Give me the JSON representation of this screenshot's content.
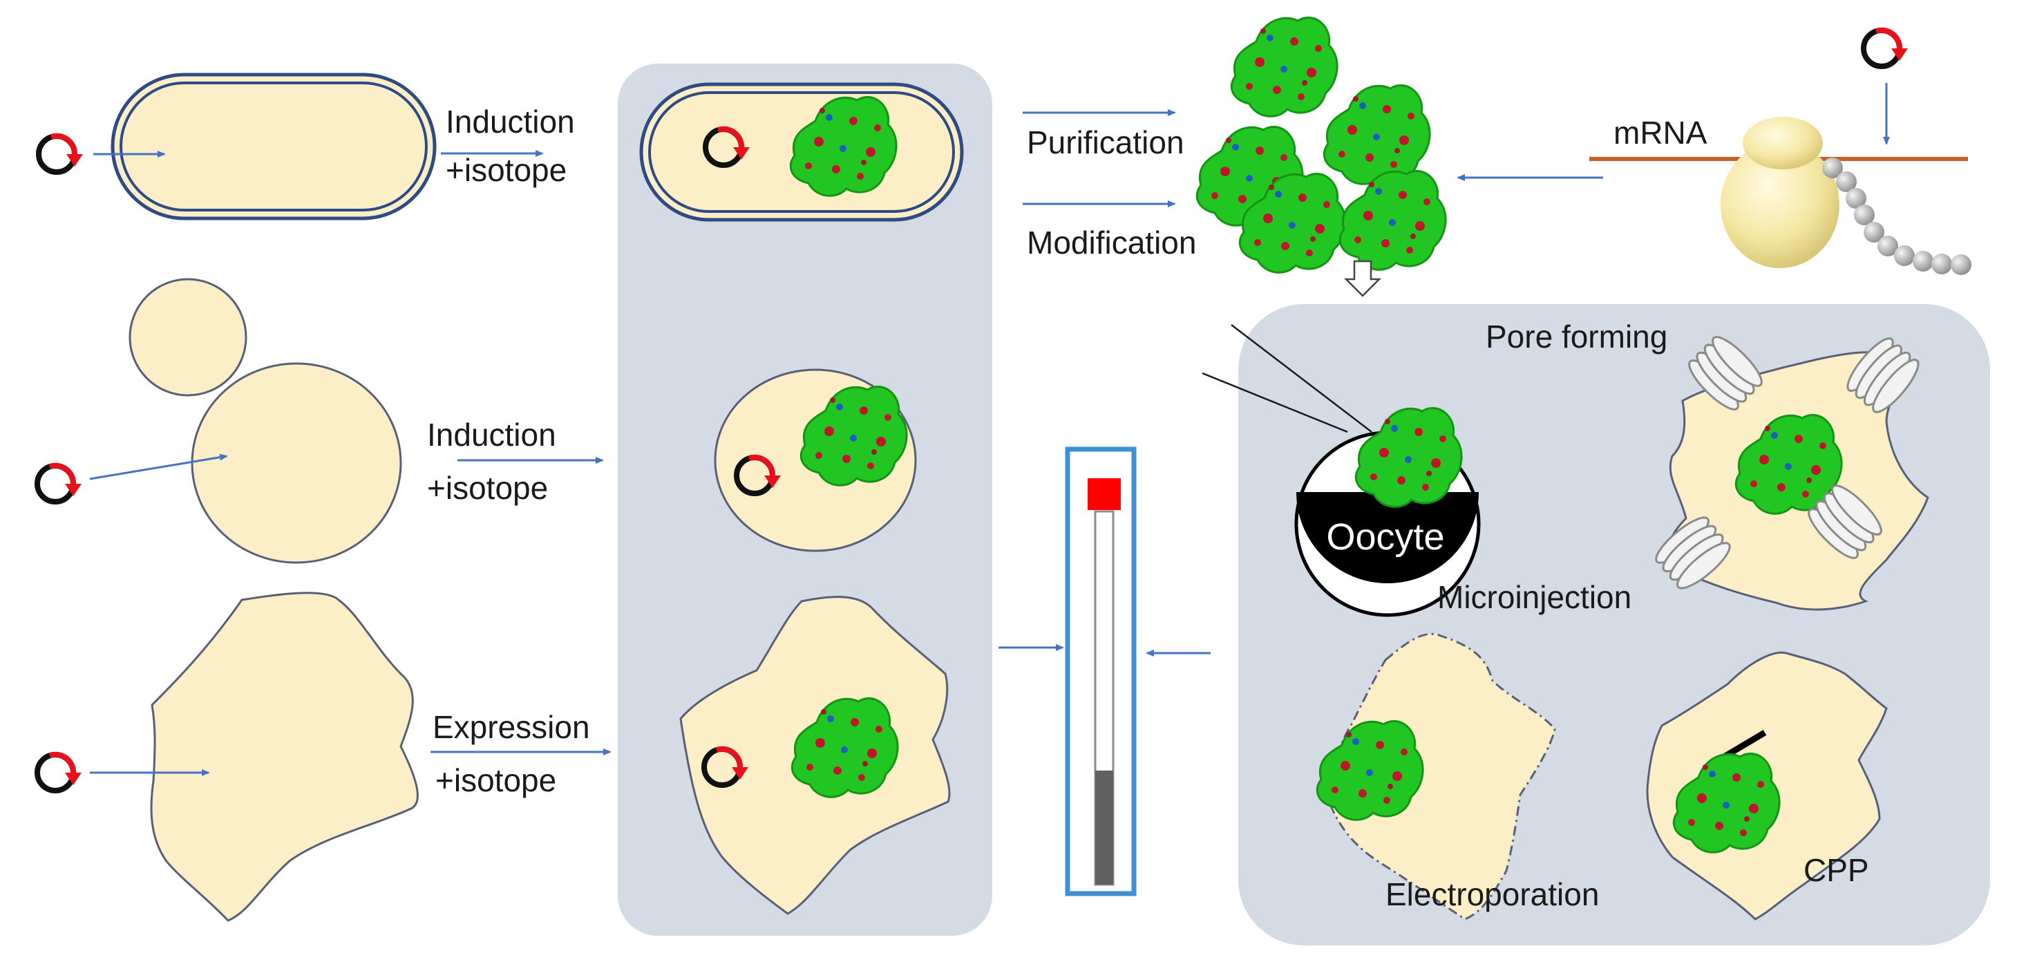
{
  "colors": {
    "cytoplasm": "#fcefc8",
    "cell_outline": "#5a5f78",
    "envelope": "#2f4b86",
    "panel": "#d5dbe5",
    "arrow": "#4472c4",
    "plasmid_ring": "#111111",
    "plasmid_arrow": "#e8101a",
    "protein": "#22c622",
    "protein_spots": "#c0152b",
    "tube_frame": "#3d8fd6",
    "tube_cap": "#ff0000",
    "tube_sample": "#5f5f5f",
    "mrna": "#c4612b",
    "ribosome": "#f5e7a2",
    "peptide_beads": "#b8b8b8",
    "pore": "#f2f2f2"
  },
  "icons": {
    "plasmid": "plasmid-icon",
    "protein": "protein-icon",
    "ribosome": "ribosome-icon",
    "nmr_tube": "nmr-tube-icon",
    "pore": "pore-icon"
  },
  "expression_rows": {
    "bacteria": {
      "line1": "Induction",
      "line2": "+isotope"
    },
    "yeast": {
      "line1": "Induction",
      "line2": "+isotope"
    },
    "mammalian": {
      "line1": "Expression",
      "line2": "+isotope"
    }
  },
  "in_vitro": {
    "purification": "Purification",
    "modification": "Modification",
    "mrna": "mRNA"
  },
  "delivery": {
    "pore_forming": "Pore forming",
    "oocyte": "Oocyte",
    "microinjection": "Microinjection",
    "electroporation": "Electroporation",
    "cpp": "CPP"
  }
}
